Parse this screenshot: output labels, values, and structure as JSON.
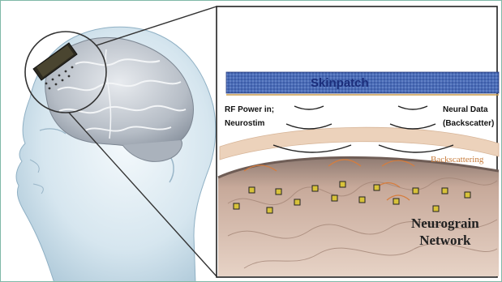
{
  "figure": {
    "labels": {
      "skinpatch": "Skinpatch",
      "rf_line1": "RF Power in;",
      "rf_line2": "Neurostim",
      "neural_line1": "Neural Data",
      "neural_line2": "(Backscatter)",
      "backscattering": "Backscattering",
      "network_line1": "Neurograin",
      "network_line2": "Network"
    },
    "colors": {
      "frame": "#7fb9a8",
      "skinpatch_fill": "#3d5ea8",
      "skinpatch_text": "#1b2d7a",
      "skin_layer": "#e9c9ad",
      "cortex": "#b89a8c",
      "backscatter_arc": "#d67d3e",
      "head": "#c8dce8",
      "brain": "#9aa2ad"
    },
    "icons": [
      "head-illustration",
      "brain-illustration",
      "implant-chip-icon",
      "neurograin-icon"
    ]
  }
}
